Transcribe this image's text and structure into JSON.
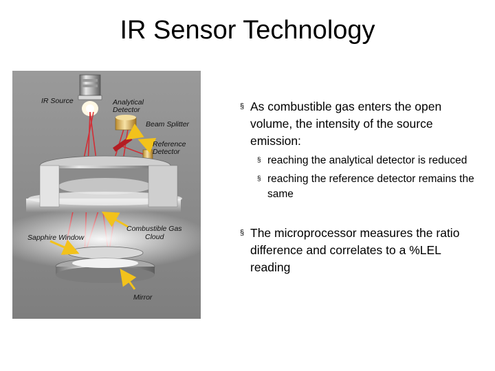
{
  "slide": {
    "title": "IR Sensor Technology"
  },
  "figure": {
    "labels": {
      "ir_source": "IR Source",
      "analytical_detector_1": "Analytical",
      "analytical_detector_2": "Detector",
      "beam_splitter": "Beam Splitter",
      "reference_detector_1": "Reference",
      "reference_detector_2": "Detector",
      "combustible_gas_cloud_1": "Combustible Gas",
      "combustible_gas_cloud_2": "Cloud",
      "sapphire_window": "Sapphire Window",
      "mirror": "Mirror"
    },
    "colors": {
      "panel": "#8c8c8c",
      "beam": "#d9242c",
      "arrow": "#f2c21b"
    }
  },
  "bullets": {
    "marker": "§",
    "first": "As combustible gas enters the open volume, the intensity of the source emission:",
    "sub1": "reaching the analytical detector is reduced",
    "sub2": "reaching the reference detector remains the same",
    "second": "The microprocessor measures the ratio difference and correlates to a %LEL reading"
  }
}
